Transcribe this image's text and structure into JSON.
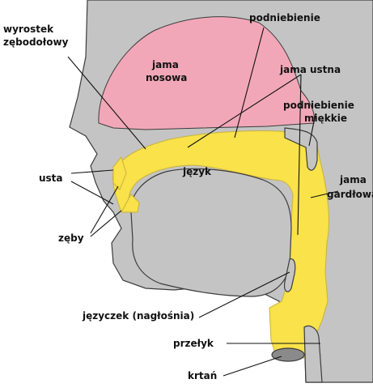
{
  "labels": {
    "alveolar_ridge_line1": "wyrostek",
    "alveolar_ridge_line2": "zębodołowy",
    "palate": "podniebienie",
    "nasal_cavity_line1": "jama",
    "nasal_cavity_line2": "nosowa",
    "oral_cavity": "jama ustna",
    "soft_palate_line1": "podniebienie",
    "soft_palate_line2": "miękkie",
    "lips": "usta",
    "tongue": "język",
    "pharynx_line1": "jama",
    "pharynx_line2": "gardłowa",
    "teeth": "zęby",
    "epiglottis": "języczek (nagłośnia)",
    "esophagus": "przełyk",
    "larynx": "krtań"
  },
  "colors": {
    "tissue": "#c4c4c4",
    "nasal_cavity": "#f2a7b8",
    "airway": "#f9e24a",
    "outline": "#3c3c3c",
    "label": "#111111"
  }
}
